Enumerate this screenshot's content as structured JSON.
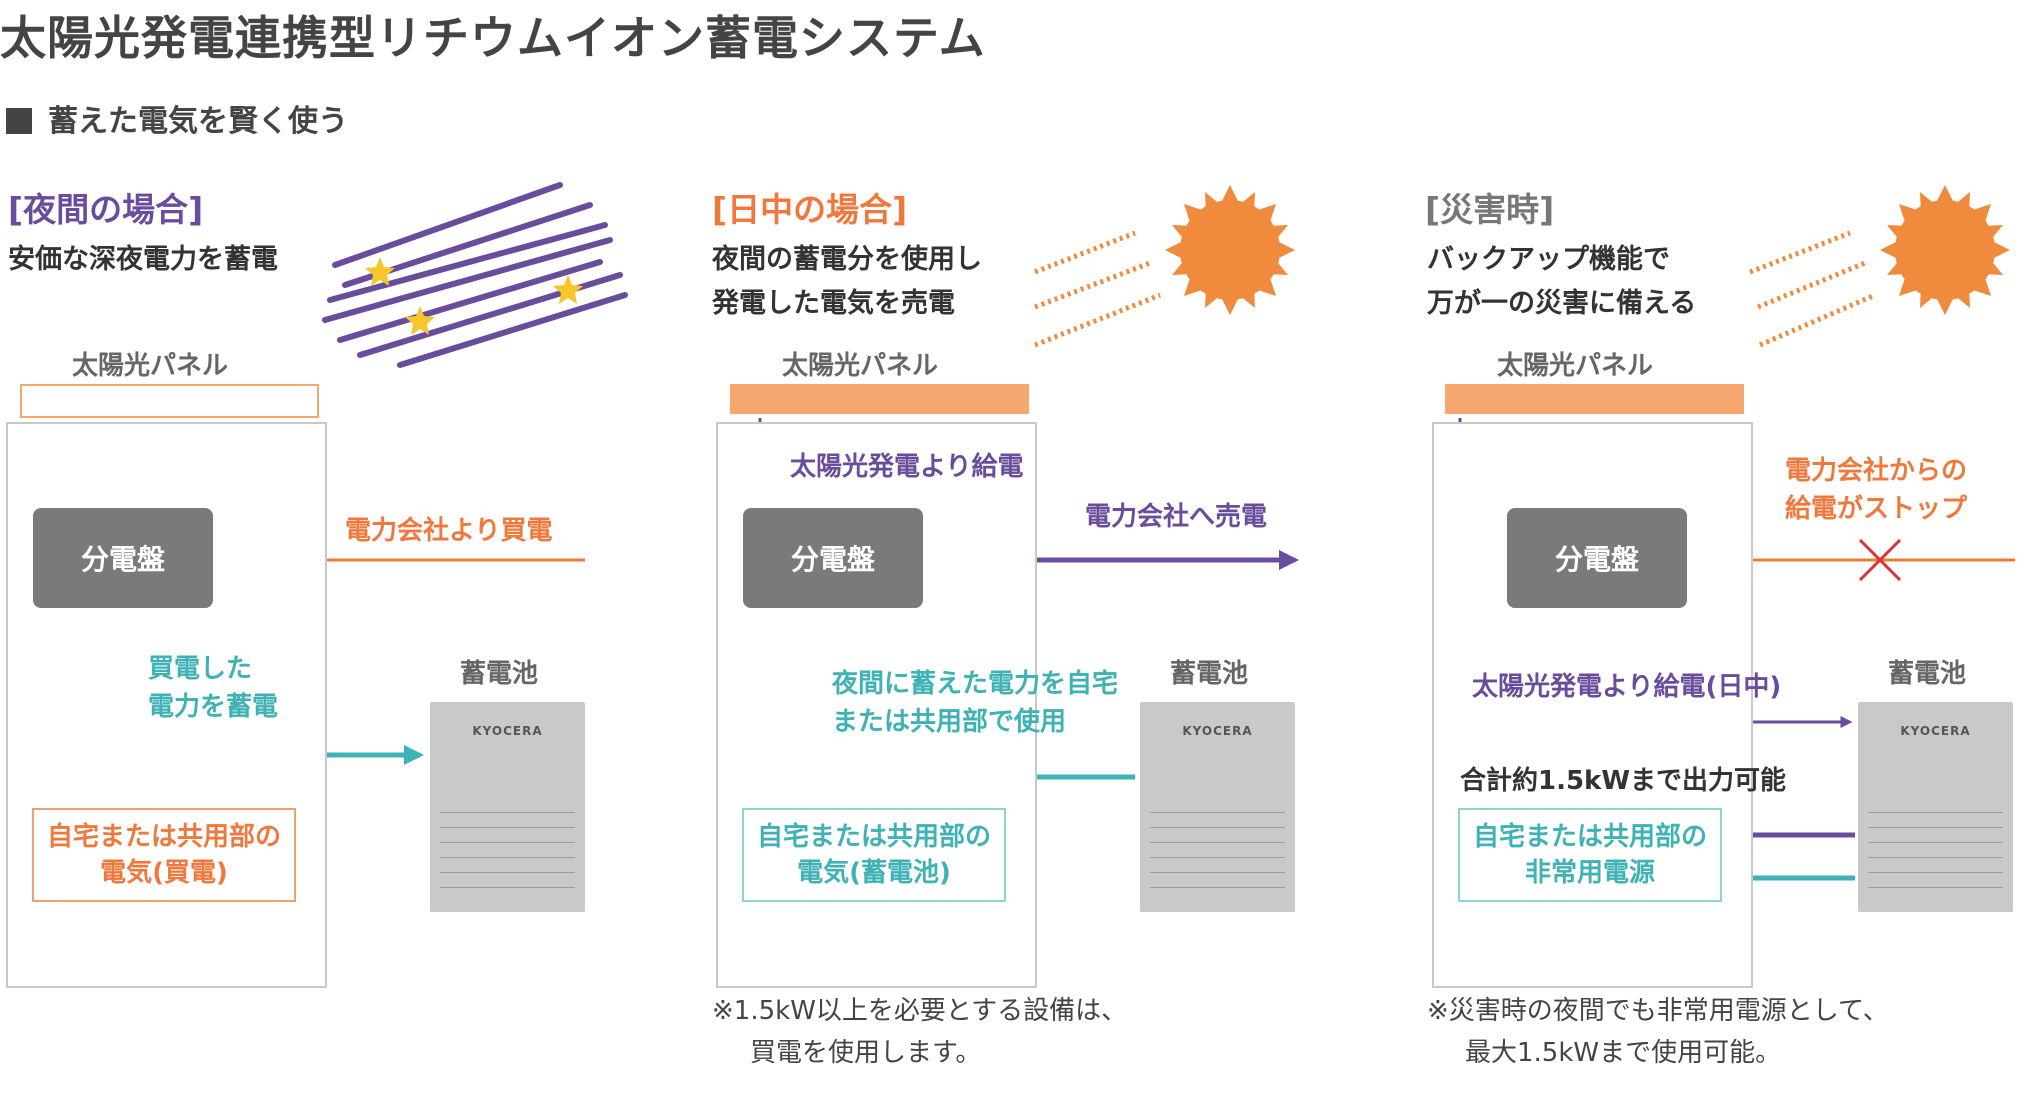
{
  "title": "太陽光発電連携型リチウムイオン蓄電システム",
  "subtitle": "蓄えた電気を賢く使う",
  "colors": {
    "purple": "#6a4c9c",
    "orange": "#f0783c",
    "teal": "#3eb2b4",
    "panel_fill": "#f6a66f",
    "sun": "#f08a3c",
    "moon": "#f7c52c",
    "grey": "#7a7a7a"
  },
  "icons": [
    "moon-icon",
    "star-icon",
    "sun-icon",
    "cross-icon",
    "battery-icon",
    "lightbulb-icon",
    "outlet-icon"
  ],
  "battery_brand": "KYOCERA",
  "night": {
    "title": "[夜間の場合]",
    "desc": [
      "安価な深夜電力を蓄電"
    ],
    "panel_label": "太陽光パネル",
    "board": "分電盤",
    "flow_grid": "電力会社より買電",
    "flow_charge": [
      "買電した",
      "電力を蓄電"
    ],
    "battery_label": "蓄電池",
    "outlet": [
      "自宅または共用部の",
      "電気(買電)"
    ]
  },
  "day": {
    "title": "[日中の場合]",
    "desc": [
      "夜間の蓄電分を使用し",
      "発電した電気を売電"
    ],
    "panel_label": "太陽光パネル",
    "flow_solar": "太陽光発電より給電",
    "board": "分電盤",
    "flow_sell": "電力会社へ売電",
    "flow_discharge": [
      "夜間に蓄えた電力を自宅",
      "または共用部で使用"
    ],
    "battery_label": "蓄電池",
    "outlet": [
      "自宅または共用部の",
      "電気(蓄電池)"
    ],
    "note": [
      "※1.5kW以上を必要とする設備は、",
      "買電を使用します。"
    ]
  },
  "disaster": {
    "title": "[災害時]",
    "desc": [
      "バックアップ機能で",
      "万が一の災害に備える"
    ],
    "panel_label": "太陽光パネル",
    "board": "分電盤",
    "flow_stop": [
      "電力会社からの",
      "給電がストップ"
    ],
    "flow_solar": "太陽光発電より給電(日中)",
    "battery_label": "蓄電池",
    "output": "合計約1.5kWまで出力可能",
    "outlet": [
      "自宅または共用部の",
      "非常用電源"
    ],
    "note": [
      "※災害時の夜間でも非常用電源として、",
      "最大1.5kWまで使用可能。"
    ]
  }
}
